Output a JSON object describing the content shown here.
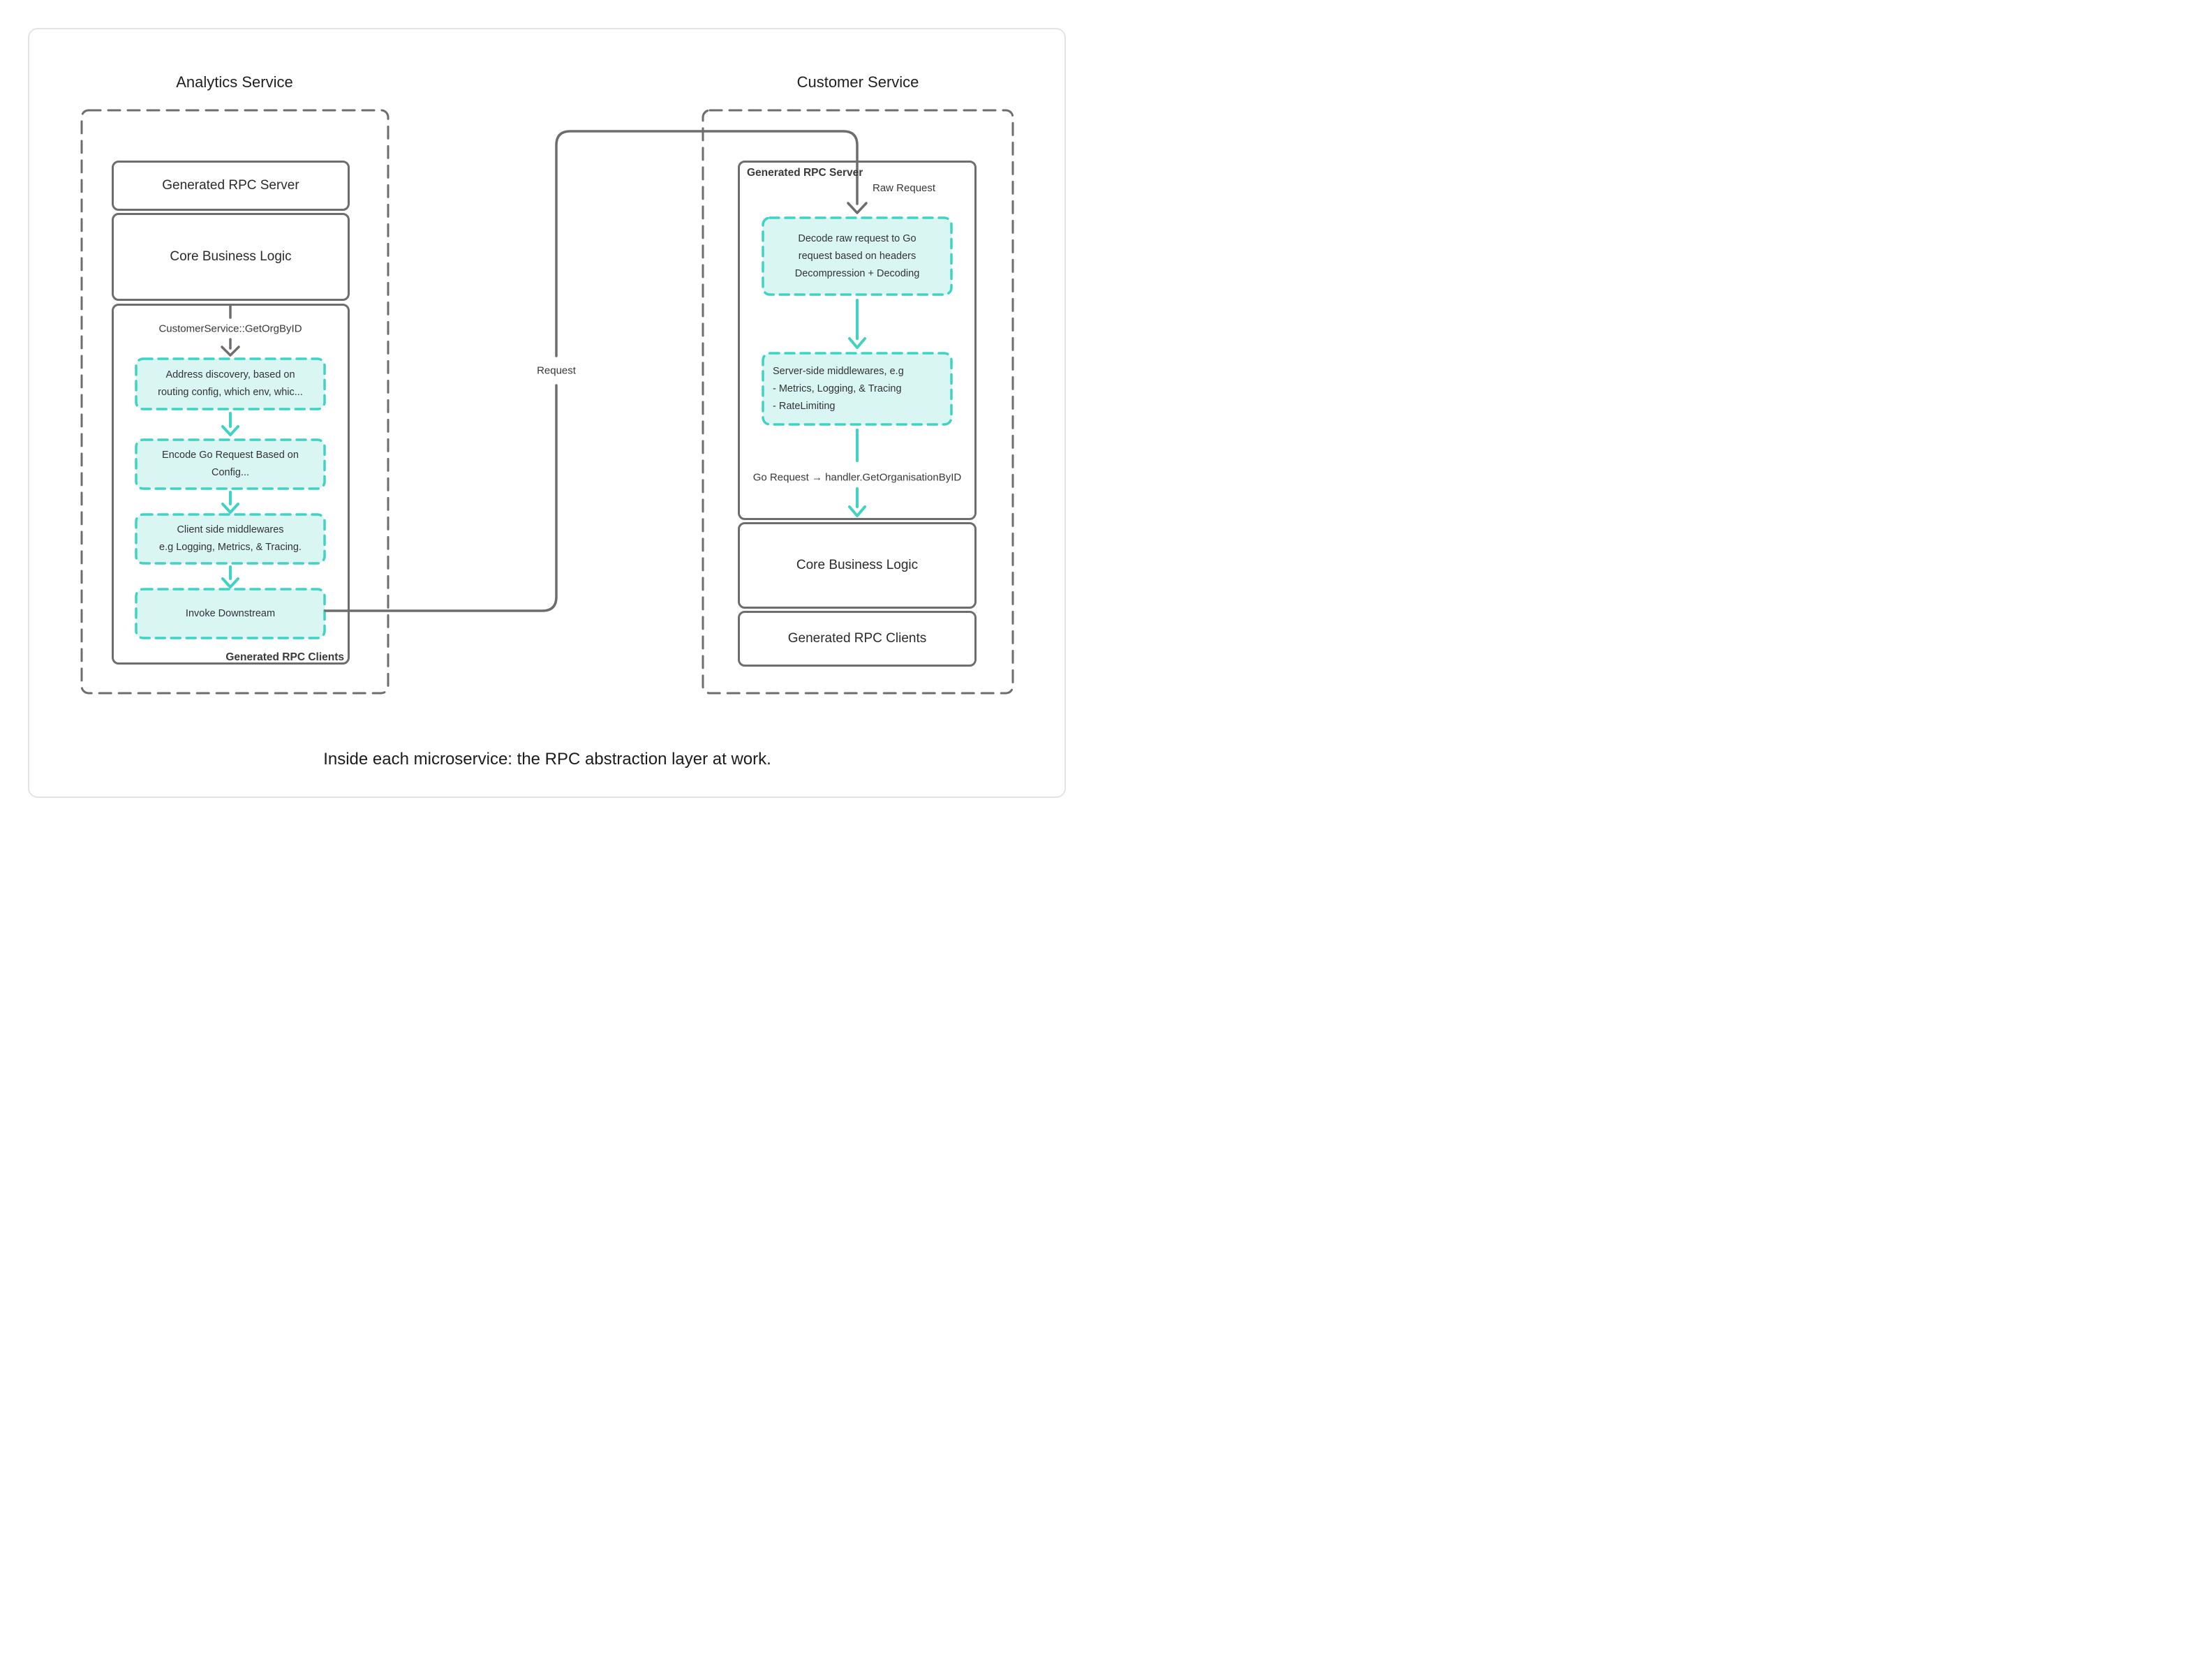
{
  "colors": {
    "teal": "#3ed3c3",
    "teal-fill": "#d9f6f2",
    "gray": "#6d6d6d",
    "text-dark": "#2b2b2b",
    "card-border": "#e4e4e4",
    "page-bg": "#ffffff"
  },
  "caption": "Inside each microservice: the RPC abstraction layer at work.",
  "request_label": "Request",
  "analytics": {
    "title": "Analytics Service",
    "rpc_server": "Generated RPC Server",
    "core_logic": "Core Business Logic",
    "rpc_clients_footer": "Generated RPC Clients",
    "call_method": "CustomerService::GetOrgByID",
    "steps": [
      {
        "lines": [
          "Address discovery, based on",
          "routing config, which env, whic..."
        ]
      },
      {
        "lines": [
          "Encode Go Request Based on",
          "Config..."
        ]
      },
      {
        "lines": [
          "Client side middlewares",
          "e.g Logging, Metrics, & Tracing."
        ]
      },
      {
        "lines": [
          "Invoke Downstream"
        ]
      }
    ]
  },
  "customer": {
    "title": "Customer Service",
    "server_header": "Generated RPC Server",
    "raw_request_label": "Raw Request",
    "decode_step": {
      "lines": [
        "Decode raw request to Go",
        "request based on headers",
        "Decompression + Decoding"
      ]
    },
    "middleware_step": {
      "lines": [
        "Server-side middlewares, e.g",
        "- Metrics, Logging, & Tracing",
        "- RateLimiting"
      ]
    },
    "handler_label": "Go Request → handler.GetOrganisationByID",
    "core_logic": "Core Business Logic",
    "rpc_clients": "Generated RPC Clients"
  }
}
